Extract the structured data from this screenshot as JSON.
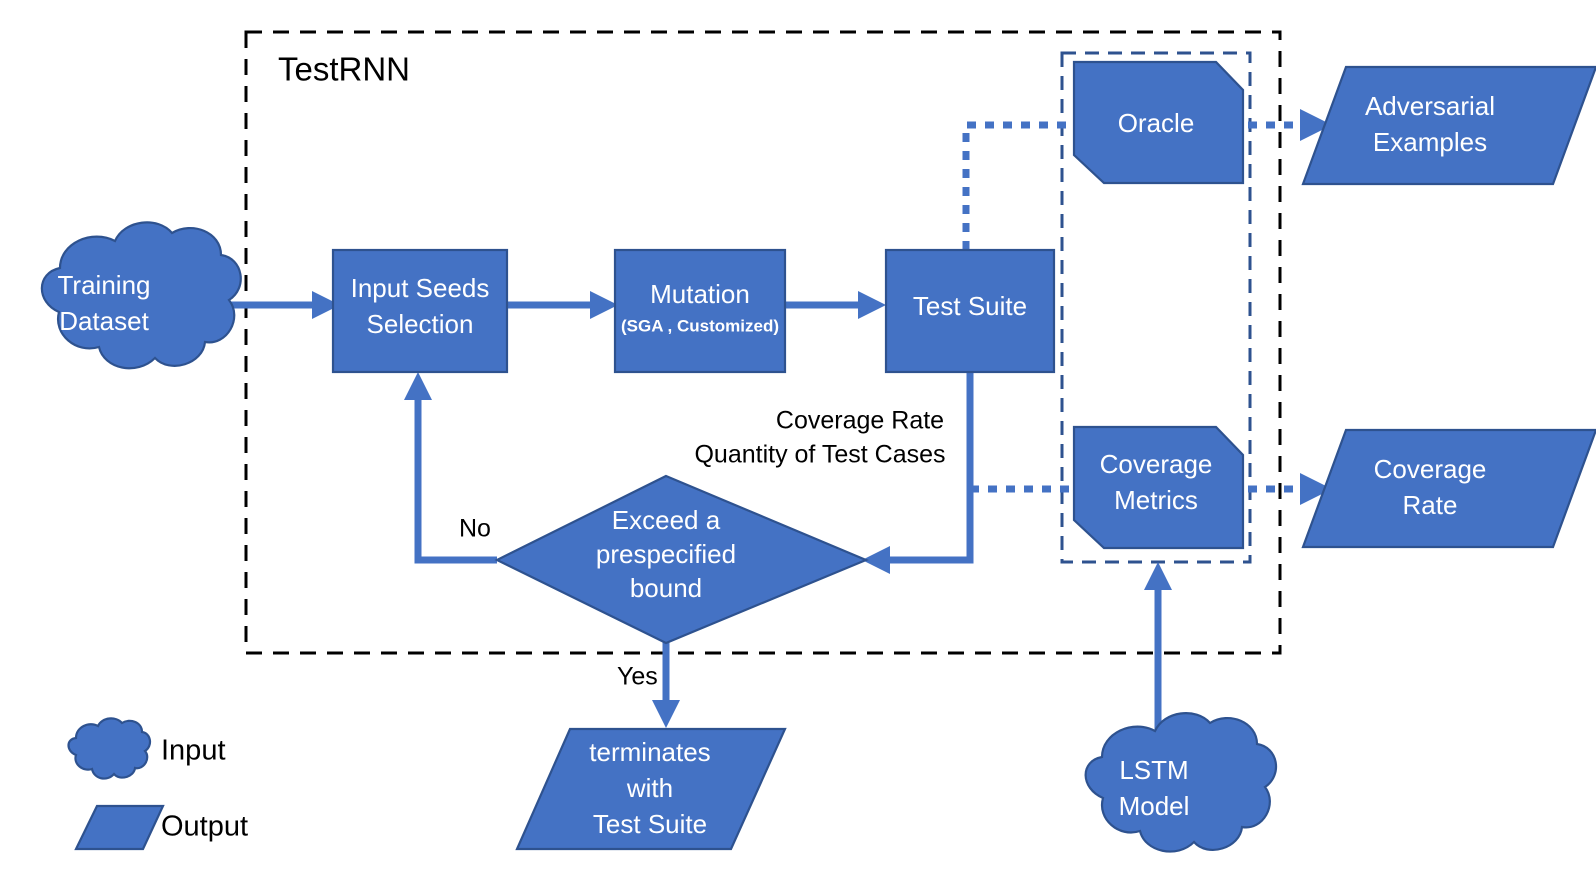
{
  "diagram": {
    "title": "TestRNN",
    "colors": {
      "node_fill": "#4472C4",
      "node_stroke": "#2E528F",
      "boundary_black": "#000000",
      "boundary_blue": "#2E528F",
      "label_text": "#000000",
      "node_text": "#FFFFFF"
    }
  },
  "nodes": {
    "training_dataset": {
      "line1": "Training",
      "line2": "Dataset",
      "shape": "cloud"
    },
    "input_seeds": {
      "line1": "Input Seeds",
      "line2": "Selection",
      "shape": "rectangle"
    },
    "mutation": {
      "line1": "Mutation",
      "line2": "(SGA , Customized)",
      "shape": "rectangle"
    },
    "test_suite": {
      "line1": "Test Suite",
      "shape": "rectangle"
    },
    "oracle": {
      "line1": "Oracle",
      "shape": "cut-corner"
    },
    "coverage_metrics": {
      "line1": "Coverage",
      "line2": "Metrics",
      "shape": "cut-corner"
    },
    "adversarial_examples": {
      "line1": "Adversarial",
      "line2": "Examples",
      "shape": "parallelogram"
    },
    "coverage_rate": {
      "line1": "Coverage",
      "line2": "Rate",
      "shape": "parallelogram"
    },
    "decision": {
      "line1": "Exceed a",
      "line2": "prespecified",
      "line3": "bound",
      "shape": "diamond"
    },
    "terminates": {
      "line1": "terminates",
      "line2": "with",
      "line3": "Test Suite",
      "shape": "parallelogram"
    },
    "lstm_model": {
      "line1": "LSTM",
      "line2": "Model",
      "shape": "cloud"
    }
  },
  "edge_labels": {
    "no": "No",
    "yes": "Yes",
    "metric_line1": "Coverage Rate",
    "metric_line2": "Quantity of Test Cases"
  },
  "legend": {
    "input": "Input",
    "output": "Output"
  }
}
